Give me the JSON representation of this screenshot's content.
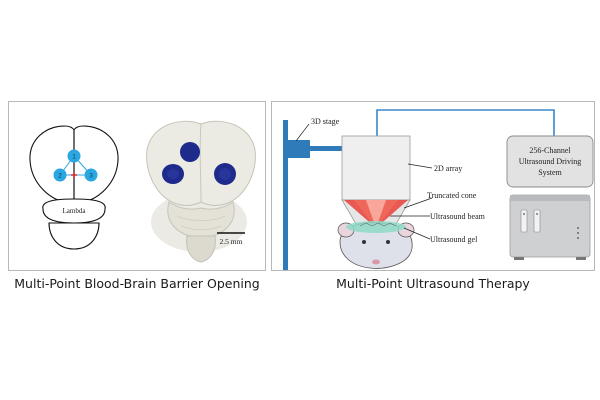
{
  "left_panel": {
    "brain_map": {
      "points": [
        "1",
        "2",
        "3"
      ],
      "region_label": "Lambda"
    },
    "scale_bar_label": "2.5 mm",
    "caption": "Multi-Point Blood-Brain Barrier Opening"
  },
  "right_panel": {
    "labels": {
      "stage": "3D stage",
      "array": "2D array",
      "cone": "Truncated cone",
      "beam": "Ultrasound beam",
      "gel": "Ultrasound gel",
      "driver_line1": "256-Channel",
      "driver_line2": "Ultrasound Driving",
      "driver_line3": "System"
    },
    "caption": "Multi-Point Ultrasound Therapy"
  },
  "colors": {
    "stage_blue": "#2f7ab8",
    "cable_blue": "#3a86c8",
    "point_blue": "#2aa7e0",
    "dye_blue": "#1e2a8c",
    "beam_red": "#e8403a",
    "center_red": "#d62828"
  }
}
